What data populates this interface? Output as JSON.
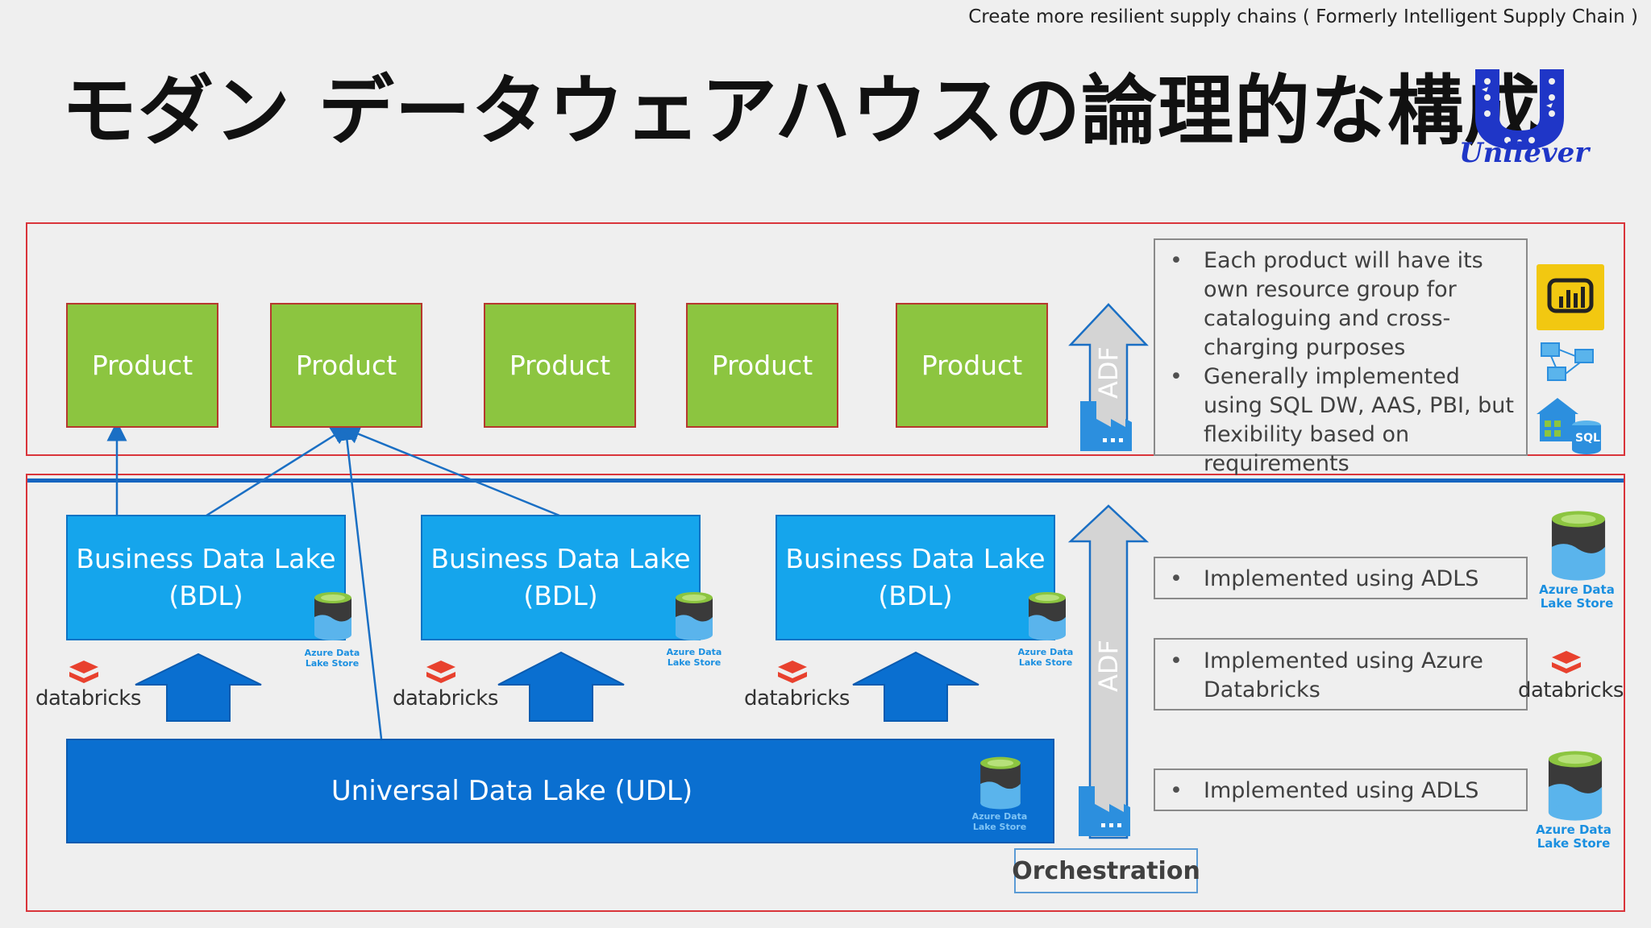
{
  "header": {
    "tagline": "Create more resilient supply chains ( Formerly Intelligent Supply Chain )",
    "title": "モダン データウェアハウスの論理的な構成",
    "logo_text": "Unilever"
  },
  "products": [
    "Product",
    "Product",
    "Product",
    "Product",
    "Product"
  ],
  "bdl": [
    {
      "line1": "Business Data Lake",
      "line2": "(BDL)"
    },
    {
      "line1": "Business Data Lake",
      "line2": "(BDL)"
    },
    {
      "line1": "Business Data Lake",
      "line2": "(BDL)"
    }
  ],
  "udl": {
    "label": "Universal Data Lake (UDL)"
  },
  "adf": {
    "top": "ADF",
    "bottom": "ADF"
  },
  "databricks_label": "databricks",
  "lake_store": {
    "line1": "Azure Data",
    "line2": "Lake Store"
  },
  "notes": {
    "product_tier": [
      "Each product will have its own resource group for cataloguing and cross-charging purposes",
      "Generally implemented using SQL DW, AAS, PBI, but flexibility based on requirements"
    ],
    "bdl_adls": "Implemented using ADLS",
    "databricks": "Implemented using Azure Databricks",
    "udl_adls": "Implemented using ADLS"
  },
  "sql_badge": "SQL",
  "orchestration": "Orchestration",
  "colors": {
    "product_green": "#8cc540",
    "bdl_blue": "#15a5ec",
    "udl_blue": "#0a6fd0",
    "frame_red": "#d9343a",
    "databricks_red": "#e8412e",
    "powerbi_yellow": "#f2c811"
  }
}
